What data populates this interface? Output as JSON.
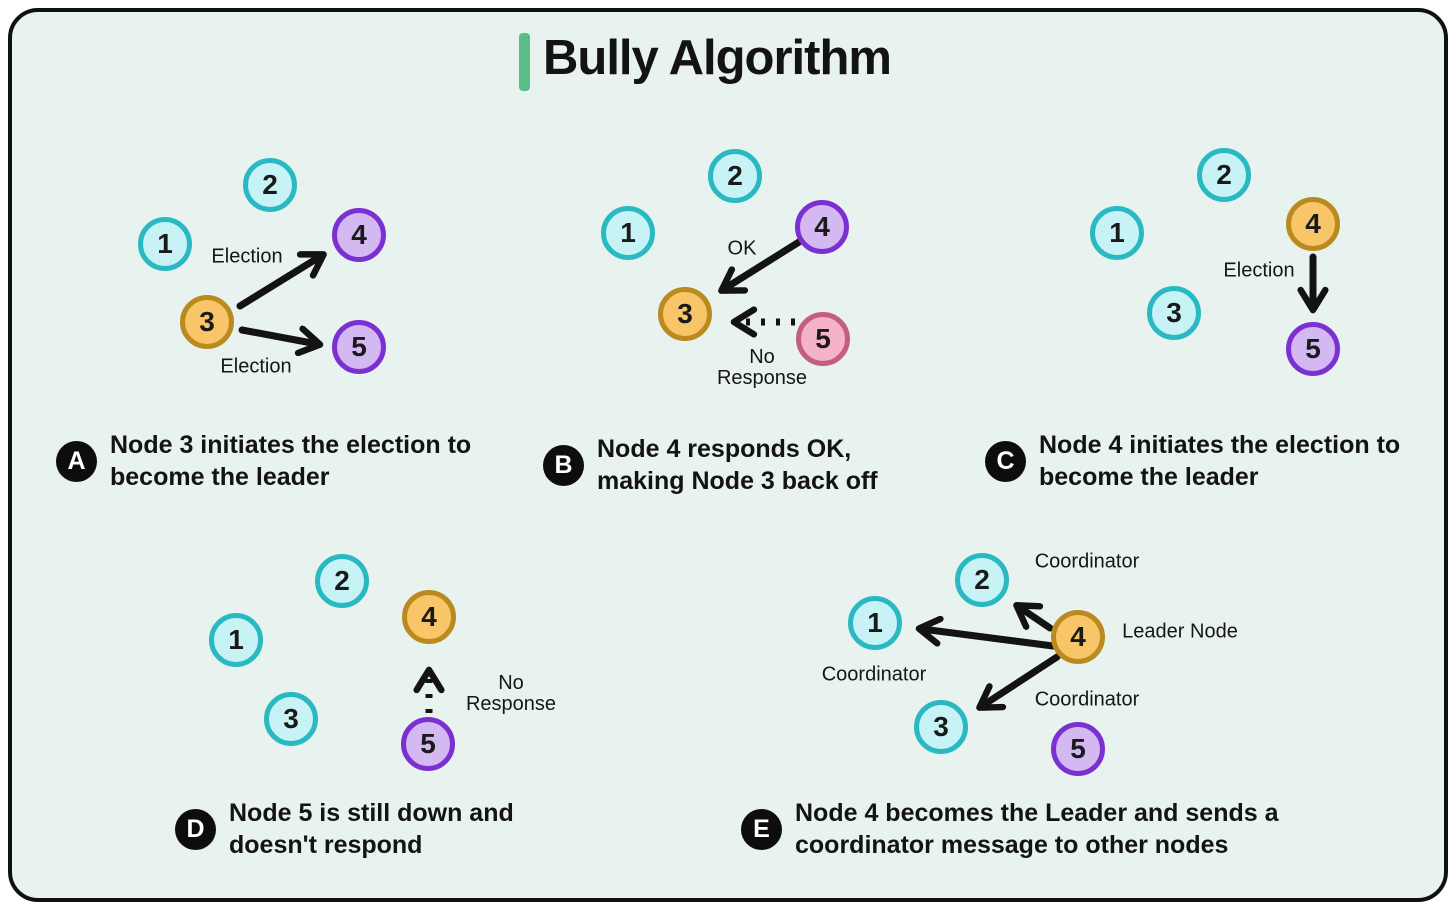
{
  "title": "Bully Algorithm",
  "palette": {
    "canvas_background": "#e8f2ee",
    "card_border": "#101010",
    "accent_green": "#5abd88",
    "node_cyan_fill": "#c8f3f6",
    "node_cyan_border": "#2ab9c2",
    "node_orange_fill": "#f8c669",
    "node_orange_border": "#ba8a1f",
    "node_purple_fill": "#d4b8f2",
    "node_purple_border": "#7b31d1",
    "node_pink_fill": "#f4b3c7",
    "node_pink_border": "#c55d7e",
    "arrow_color": "#131313"
  },
  "panels": [
    {
      "letter": "A",
      "caption": "Node 3 initiates the election to become the leader",
      "nodes": [
        {
          "label": "1",
          "color": "cyan"
        },
        {
          "label": "2",
          "color": "cyan"
        },
        {
          "label": "3",
          "color": "orange"
        },
        {
          "label": "4",
          "color": "purple"
        },
        {
          "label": "5",
          "color": "purple"
        }
      ],
      "labels": [
        {
          "text": "Election"
        },
        {
          "text": "Election"
        }
      ]
    },
    {
      "letter": "B",
      "caption": "Node 4 responds OK, making Node 3 back off",
      "nodes": [
        {
          "label": "1",
          "color": "cyan"
        },
        {
          "label": "2",
          "color": "cyan"
        },
        {
          "label": "3",
          "color": "orange"
        },
        {
          "label": "4",
          "color": "purple"
        },
        {
          "label": "5",
          "color": "pink"
        }
      ],
      "labels": [
        {
          "text": "OK"
        },
        {
          "text": "No Response"
        }
      ]
    },
    {
      "letter": "C",
      "caption": "Node 4 initiates the election to become the leader",
      "nodes": [
        {
          "label": "1",
          "color": "cyan"
        },
        {
          "label": "2",
          "color": "cyan"
        },
        {
          "label": "3",
          "color": "cyan"
        },
        {
          "label": "4",
          "color": "orange"
        },
        {
          "label": "5",
          "color": "purple"
        }
      ],
      "labels": [
        {
          "text": "Election"
        }
      ]
    },
    {
      "letter": "D",
      "caption": "Node 5 is still down and doesn't respond",
      "nodes": [
        {
          "label": "1",
          "color": "cyan"
        },
        {
          "label": "2",
          "color": "cyan"
        },
        {
          "label": "3",
          "color": "cyan"
        },
        {
          "label": "4",
          "color": "orange"
        },
        {
          "label": "5",
          "color": "purple"
        }
      ],
      "labels": [
        {
          "text": "No Response"
        }
      ]
    },
    {
      "letter": "E",
      "caption": "Node 4 becomes the Leader and sends a coordinator message to other nodes",
      "nodes": [
        {
          "label": "1",
          "color": "cyan"
        },
        {
          "label": "2",
          "color": "cyan"
        },
        {
          "label": "3",
          "color": "cyan"
        },
        {
          "label": "4",
          "color": "orange"
        },
        {
          "label": "5",
          "color": "purple"
        }
      ],
      "labels": [
        {
          "text": "Coordinator"
        },
        {
          "text": "Coordinator"
        },
        {
          "text": "Coordinator"
        },
        {
          "text": "Leader Node"
        }
      ]
    }
  ]
}
